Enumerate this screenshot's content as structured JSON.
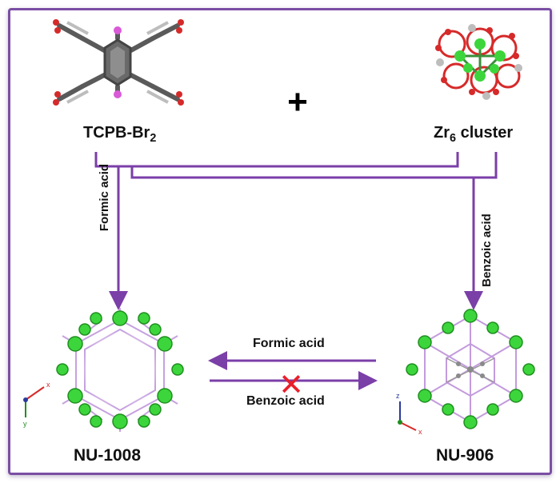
{
  "reactants": {
    "linker": {
      "name": "TCPB-Br",
      "subscript": "2"
    },
    "cluster": {
      "name_prefix": "Zr",
      "subscript": "6",
      "name_suffix": " cluster"
    },
    "plus_sign": "+"
  },
  "routes": {
    "left_modulator": "Formic acid",
    "right_modulator": "Benzoic acid"
  },
  "interconversion": {
    "top_arrow_label": "Formic acid",
    "bottom_arrow_label": "Benzoic acid",
    "blocked_mark": "✕"
  },
  "products": {
    "left": "NU-1008",
    "right": "NU-906"
  },
  "axes": {
    "left": {
      "x": "x",
      "y": "y"
    },
    "right": {
      "z": "z",
      "x": "x"
    }
  },
  "colors": {
    "arrow": "#7b3fa8",
    "blocked": "#e8202a",
    "zr_node": "#3cd63c",
    "bromine": "#d85ad8",
    "oxygen": "#d62a2a",
    "carbon": "#5a5a5a"
  }
}
